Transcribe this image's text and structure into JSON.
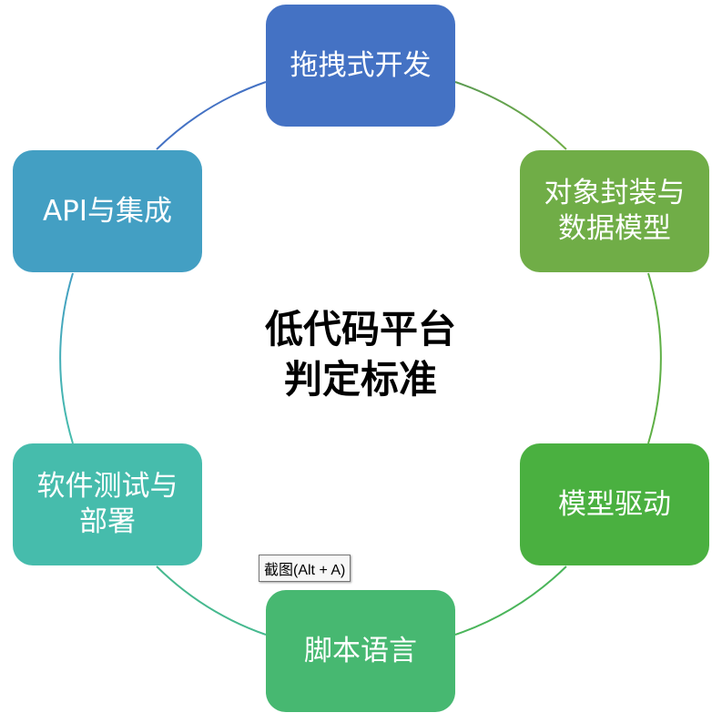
{
  "center_title": "低代码平台\n判定标准",
  "nodes": [
    {
      "label": "拖拽式开发",
      "color": "#4472c4"
    },
    {
      "label": "对象封装与\n数据模型",
      "color": "#70ad47"
    },
    {
      "label": "模型驱动",
      "color": "#4ab040"
    },
    {
      "label": "脚本语言",
      "color": "#47b871"
    },
    {
      "label": "软件测试与\n部署",
      "color": "#46bcac"
    },
    {
      "label": "API与集成",
      "color": "#439fc3"
    }
  ],
  "tooltip": {
    "text": "截图(Alt + A)"
  }
}
